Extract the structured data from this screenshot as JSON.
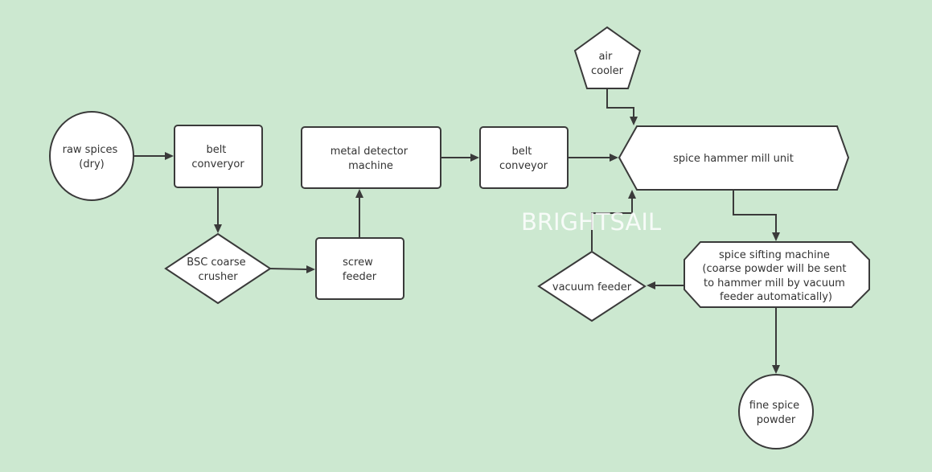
{
  "nodes": {
    "raw_spices": [
      "raw spices",
      "(dry)"
    ],
    "belt_conveyor_1": [
      "belt",
      "converyor"
    ],
    "bsc_crusher": [
      "BSC coarse",
      "crusher"
    ],
    "screw_feeder": [
      "screw",
      "feeder"
    ],
    "metal_detector": [
      "metal detector",
      "machine"
    ],
    "belt_conveyor_2": [
      "belt",
      "conveyor"
    ],
    "air_cooler": [
      "air",
      "cooler"
    ],
    "hammer_mill": [
      "spice hammer mill unit"
    ],
    "vacuum_feeder": [
      "vacuum feeder"
    ],
    "sifting_machine": [
      "spice sifting machine",
      "(coarse powder will be sent",
      "to hammer mill by vacuum",
      "feeder automatically)"
    ],
    "fine_powder": [
      "fine spice",
      "powder"
    ]
  },
  "watermark": "BRIGHTSAIL",
  "colors": {
    "background": "#cce8d0",
    "node_fill": "#ffffff",
    "stroke": "#3a3a3a",
    "text": "#333333",
    "watermark": "#ffffff"
  }
}
